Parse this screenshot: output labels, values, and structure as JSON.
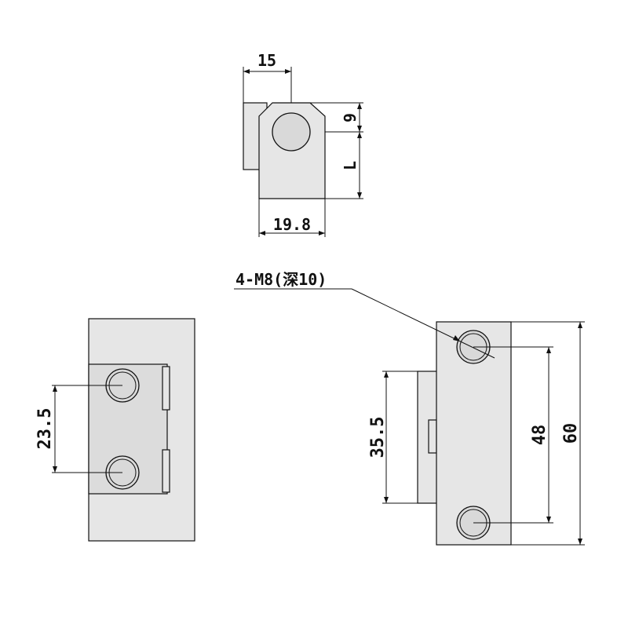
{
  "dimensions": {
    "top_width": "15",
    "top_height_small": "9",
    "top_height_var": "L",
    "top_bottom_width": "19.8",
    "left_spacing": "23.5",
    "right_body_height": "35.5",
    "right_hole_spacing": "48",
    "right_total_height": "60"
  },
  "callout": {
    "thread": "4-M8(深10)"
  }
}
